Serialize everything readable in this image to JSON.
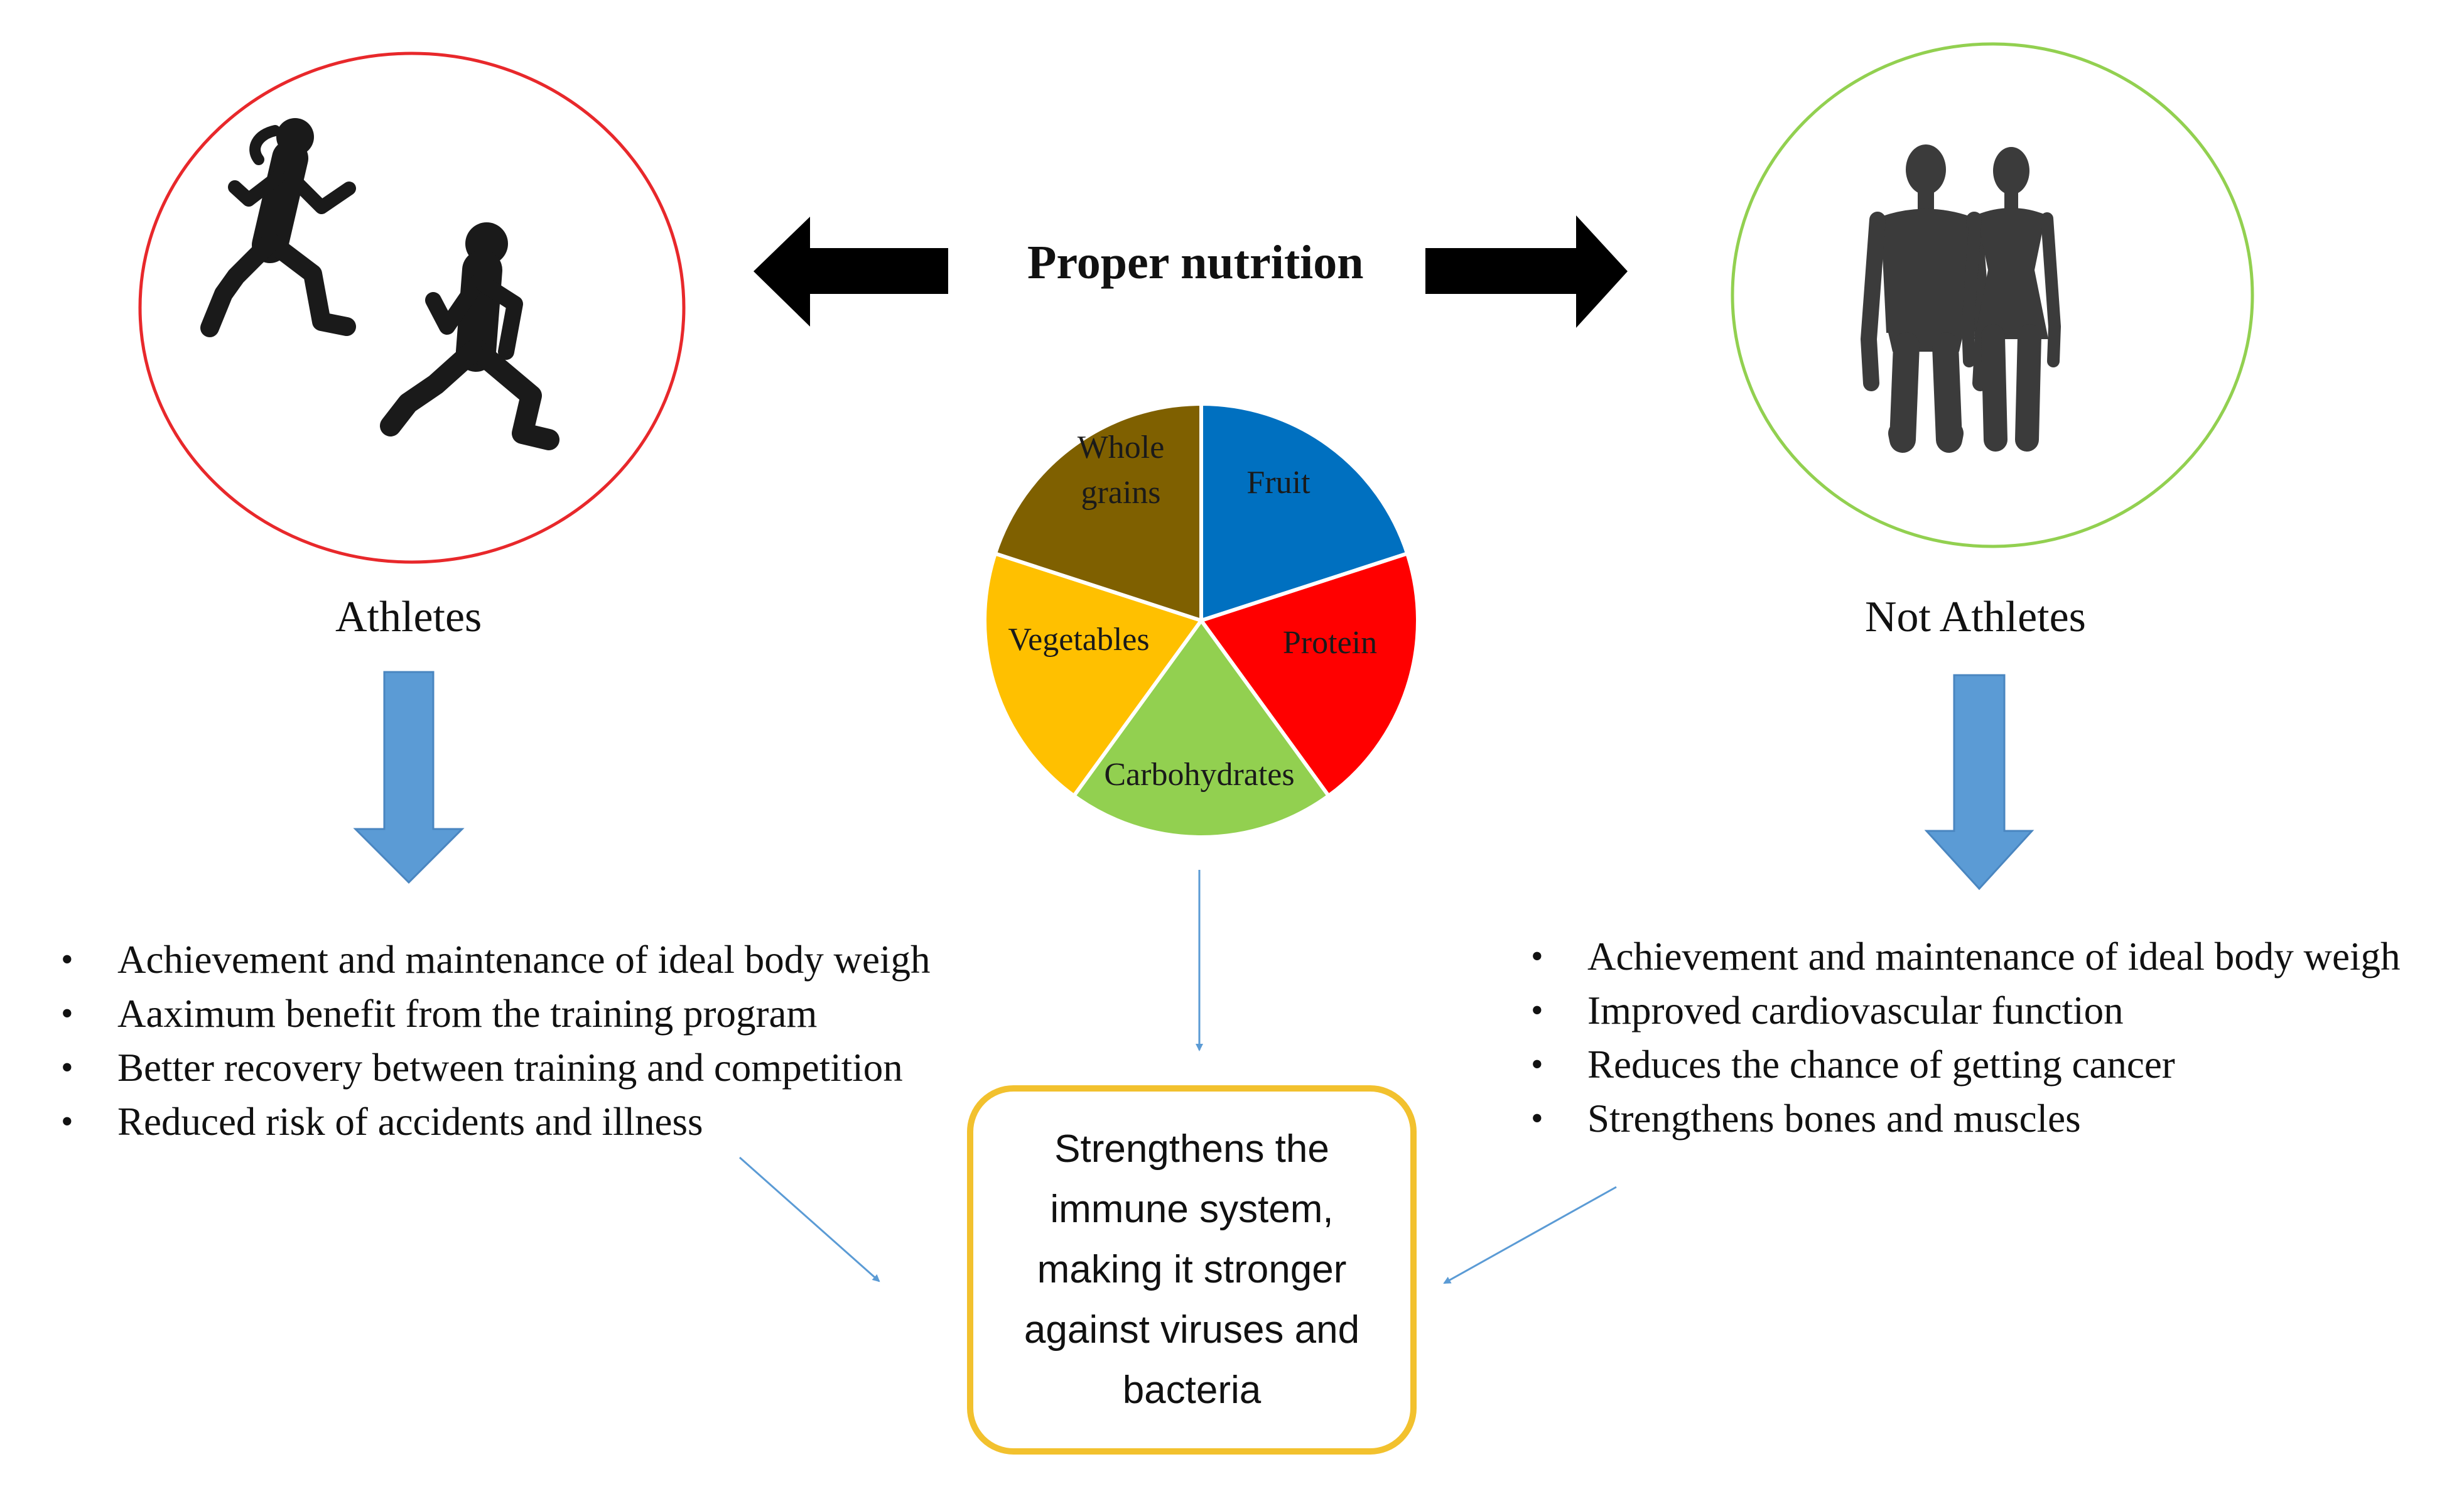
{
  "center": {
    "title": "Proper nutrition",
    "wheel": [
      {
        "label": "Fruit",
        "color": "#0070c0"
      },
      {
        "label": "Protein",
        "color": "#ff0000"
      },
      {
        "label": "Carbohydrates",
        "color": "#92d050"
      },
      {
        "label": "Vegetables",
        "color": "#ffc000"
      },
      {
        "label": "Whole grains",
        "label_lines": [
          "Whole",
          "grains"
        ],
        "color": "#7f6000"
      }
    ]
  },
  "athletes": {
    "label": "Athletes",
    "ring_color": "#e8282b",
    "benefits": [
      "Achievement and maintenance of ideal body weigh",
      "Aaximum benefit from the training program",
      "Better recovery between training and competition",
      "Reduced risk of accidents and illness"
    ]
  },
  "non_athletes": {
    "label": "Not Athletes",
    "ring_color": "#92d050",
    "benefits": [
      "Achievement and maintenance of ideal body weigh",
      "Improved cardiovascular function",
      "Reduces the chance of getting cancer",
      "Strengthens bones and muscles"
    ]
  },
  "outcome": {
    "text": "Strengthens the immune system, making it stronger against viruses and bacteria",
    "border_color": "#f2c12e"
  },
  "colors": {
    "block_arrow": "#5b9bd5",
    "connector": "#5b9bd5",
    "silhouette": "#1a1a1a",
    "body_silhouette": "#3b3b3b"
  },
  "icons": [
    "runner-woman-icon",
    "runner-man-icon",
    "man-silhouette-icon",
    "woman-silhouette-icon"
  ]
}
